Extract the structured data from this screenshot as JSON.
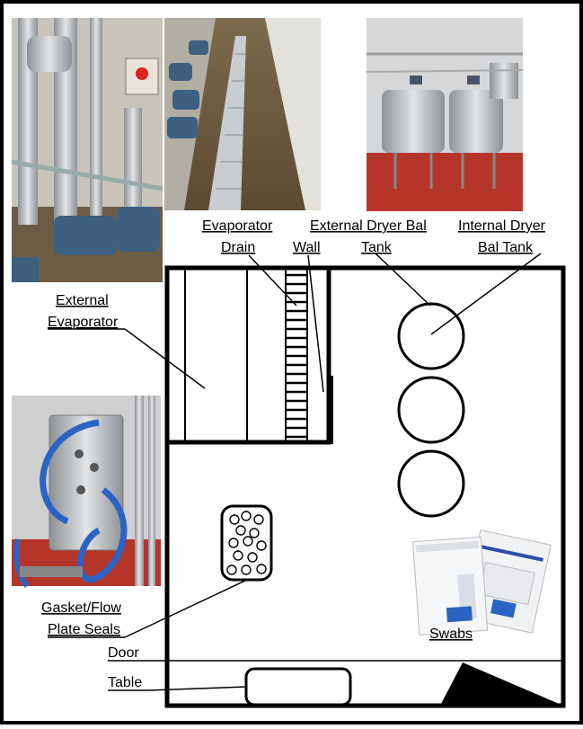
{
  "labels": {
    "evaporator_drain_l1": "Evaporator",
    "evaporator_drain_l2": "Drain",
    "wall": "Wall",
    "external_dryer_l1": "External Dryer Bal",
    "external_dryer_l2": "Tank",
    "internal_dryer_l1": "Internal Dryer",
    "internal_dryer_l2": "Bal Tank",
    "external_evaporator_l1": "External",
    "external_evaporator_l2": "Evaporator",
    "gasket_l1": "Gasket/Flow",
    "gasket_l2": "Plate Seals",
    "swabs": "Swabs",
    "door": "Door",
    "table": "Table"
  },
  "photos": {
    "evaporator_pumps": "photo-evaporator-pumps",
    "drain_corridor": "photo-drain-corridor",
    "bal_tanks": "photo-bal-tanks",
    "plate_heat_exchanger": "photo-plate-heat-exchanger",
    "swab_packets": "photo-swab-packets"
  },
  "colors": {
    "outline": "#000000",
    "background": "#ffffff",
    "floor_red": "#b5352a",
    "steel": "#b9bcc0",
    "hose_blue": "#2a63c4",
    "motor_blue": "#3d5f80"
  }
}
